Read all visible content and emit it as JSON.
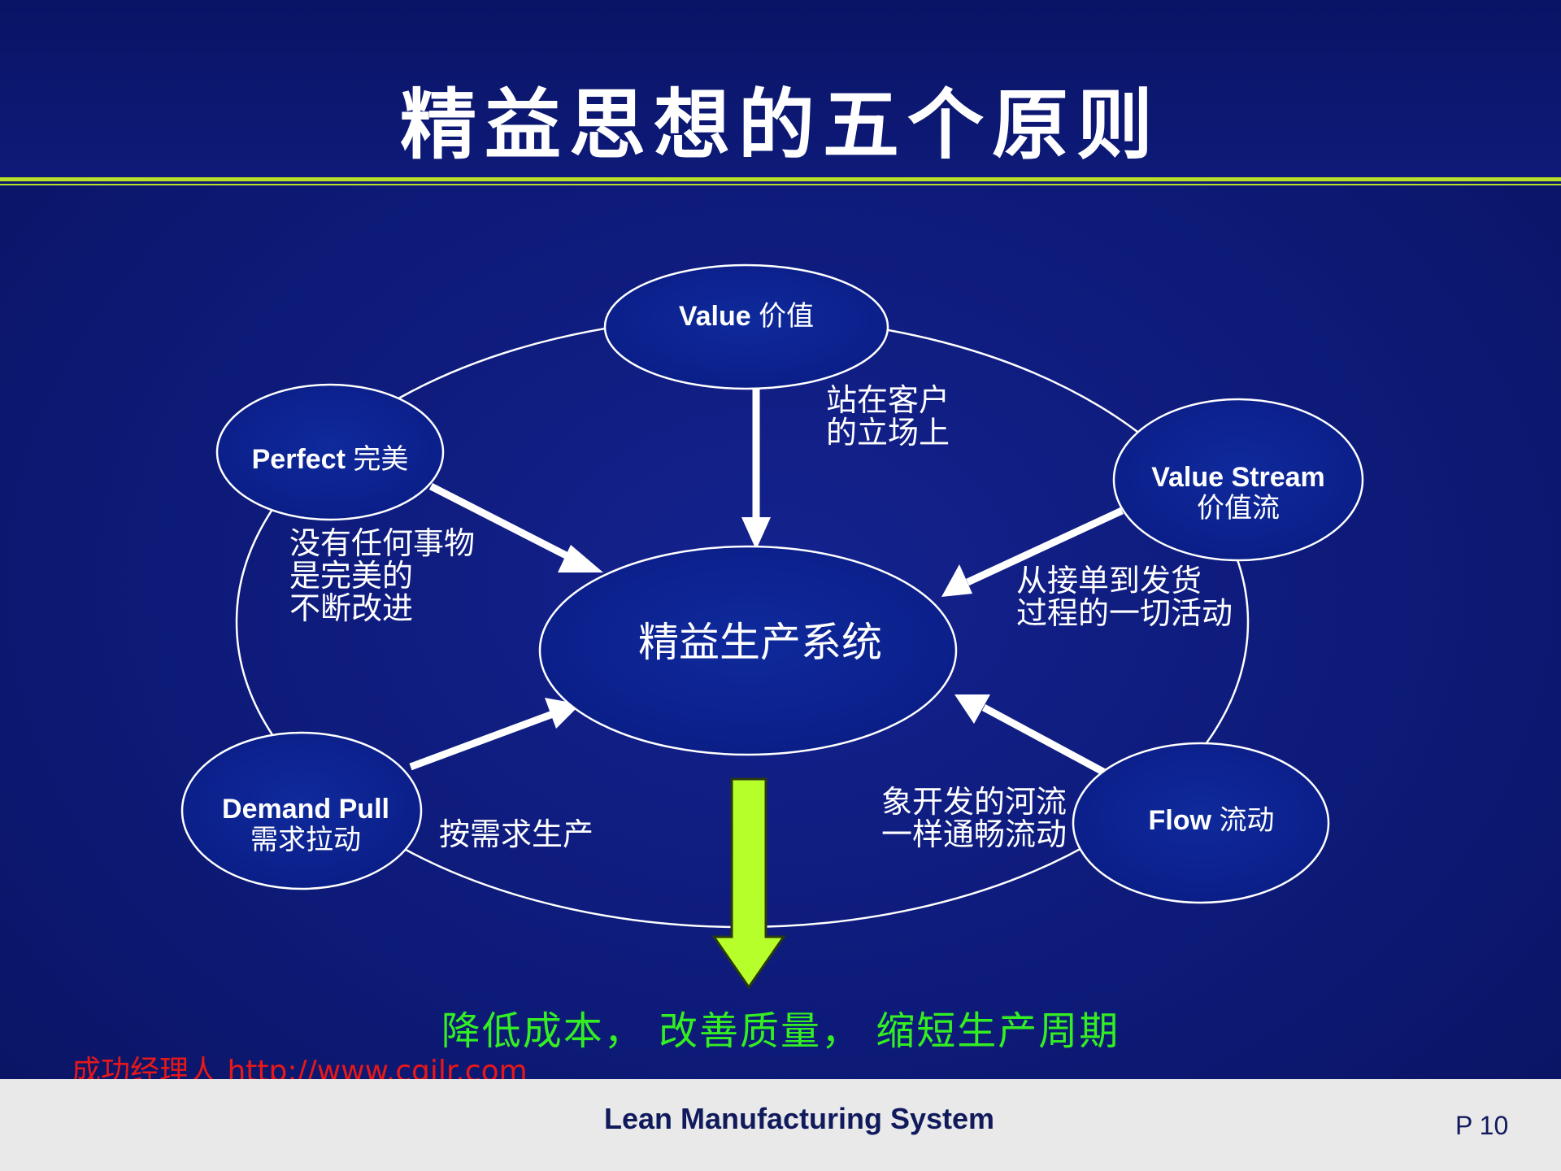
{
  "title": "精益思想的五个原则",
  "nodes": {
    "value": {
      "en": "Value",
      "zh": "价值"
    },
    "perfect": {
      "en": "Perfect",
      "zh": "完美"
    },
    "value_stream": {
      "en": "Value Stream",
      "zh": "价值流"
    },
    "demand_pull": {
      "en": "Demand Pull",
      "zh": "需求拉动"
    },
    "flow": {
      "en": "Flow",
      "zh": "流动"
    },
    "center": "精益生产系统"
  },
  "notes": {
    "value": [
      "站在客户",
      "的立场上"
    ],
    "perfect": [
      "没有任何事物",
      "是完美的",
      "不断改进"
    ],
    "value_stream": [
      "从接单到发货",
      "过程的一切活动"
    ],
    "flow": [
      "象开发的河流",
      "一样通畅流动"
    ],
    "demand_pull": "按需求生产"
  },
  "result": "降低成本，  改善质量，  缩短生产周期",
  "watermark": "成功经理人 http://www.cgjlr.com",
  "footer": {
    "title": "Lean Manufacturing System",
    "page": "P 10"
  },
  "colors": {
    "background": "#0d1a78",
    "node_fill": "#0b1f8c",
    "accent_rule": "#b8e02a",
    "result_text": "#33ee22",
    "down_arrow": "#b6ff2a",
    "watermark": "#e81818"
  }
}
